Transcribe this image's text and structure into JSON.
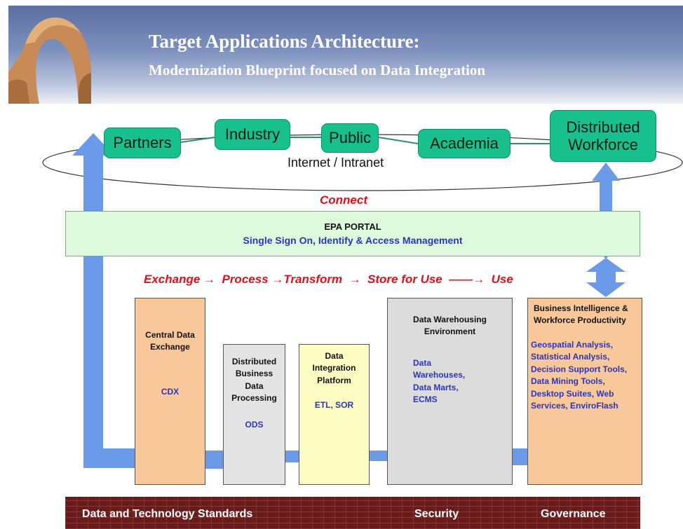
{
  "header": {
    "title": "Target Applications Architecture:",
    "subtitle": "Modernization Blueprint focused on Data Integration"
  },
  "network": {
    "label": "Internet / Intranet",
    "nodes": [
      "Partners",
      "Industry",
      "Public",
      "Academia",
      "Distributed Workforce"
    ]
  },
  "connect_label": "Connect",
  "portal": {
    "title": "EPA PORTAL",
    "subtitle": "Single Sign On, Identify & Access Management"
  },
  "flow": {
    "text": "Exchange →  Process →Transform  →  Store for Use  ——→  Use"
  },
  "columns": {
    "cdx": {
      "title": "Central Data Exchange",
      "sub": "CDX",
      "color": "#f9c89a"
    },
    "ods": {
      "title": "Distributed Business Data Processing",
      "sub": "ODS",
      "color": "#e4e4e4"
    },
    "dip": {
      "title": "Data Integration Platform",
      "sub": "ETL, SOR",
      "color": "#fdfdc4"
    },
    "dwe": {
      "title": "Data Warehousing Environment",
      "sub": "Data Warehouses, Data Marts, ECMS",
      "color": "#dcdcdc"
    },
    "bi": {
      "title": "Business Intelligence & Workforce Productivity",
      "sub": "Geospatial Analysis, Statistical Analysis, Decision Support Tools, Data Mining Tools, Desktop Suites, Web Services, EnviroFlash",
      "color": "#f9c89a"
    }
  },
  "footer": {
    "standards": "Data and Technology Standards",
    "security": "Security",
    "governance": "Governance"
  },
  "colors": {
    "node": "#18c08e",
    "arrow": "#6b9ae8",
    "flow_text": "#e0101a",
    "footer": "#6b1a1a"
  }
}
